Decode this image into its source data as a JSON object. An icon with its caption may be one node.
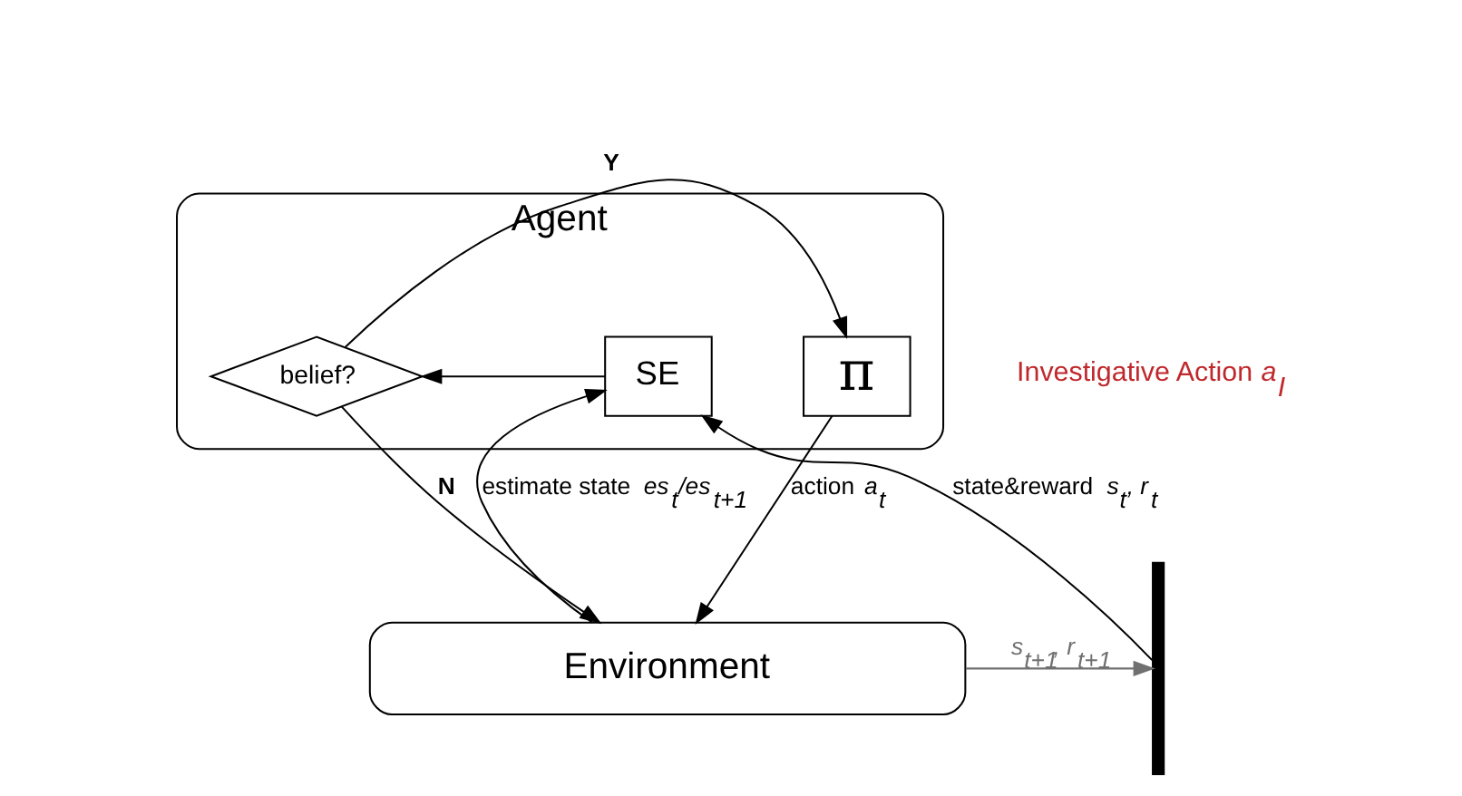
{
  "diagram": {
    "nodes": [
      {
        "text": [
          "Agent"
        ]
      },
      {
        "text": [
          "SE"
        ],
        "in": 0
      },
      {
        "text": [
          "belief?"
        ],
        "in": 0
      },
      {
        "text": [
          "π"
        ],
        "in": 0
      },
      {
        "text": [
          "Environment"
        ]
      },
      {
        "text": [],
        "shape": "bar"
      }
    ],
    "edges": [
      {
        "from": 1,
        "to": 2,
        "arrow": "to"
      },
      {
        "from": 2,
        "to": 3,
        "arrow": "to",
        "label": "**Y**"
      },
      {
        "from": 2,
        "to": 4,
        "arrow": "to",
        "label": "**N**"
      },
      {
        "from": 3,
        "to": 4,
        "arrow": "to",
        "label": "action *a$_{t}$*"
      },
      {
        "from": 4,
        "to": 5,
        "arrow": "to",
        "label": "*s$_{t+1}$, r$_{t+1}$*",
        "color": "#707070"
      },
      {
        "from": 5,
        "to": 1,
        "arrow": "to",
        "label": "state&reward *s$_{t}$, r$_{t}$*"
      },
      {
        "from": 4,
        "to": 1,
        "arrow": "to",
        "label": "estimate state *es$_{t}$/es$_{t+1}$*"
      }
    ],
    "labels": [
      "Investigative Action *a$_{I}$*"
    ]
  }
}
